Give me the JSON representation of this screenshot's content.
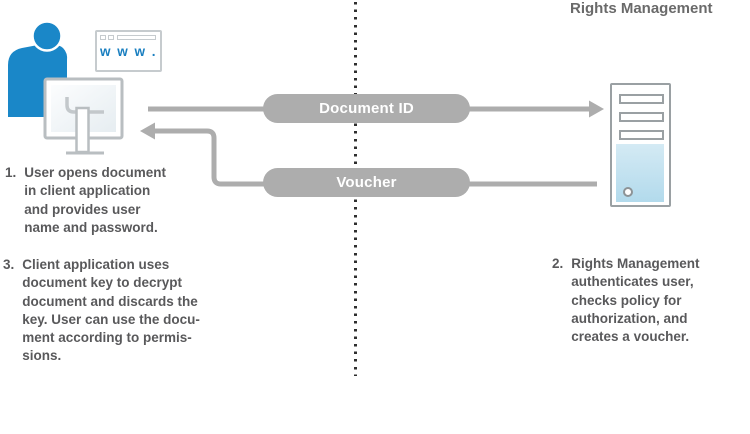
{
  "diagram": {
    "title": "Rights Management",
    "client": {
      "browser_label": "w w w ."
    },
    "flows": [
      {
        "label": "Document ID",
        "direction": "client-to-server"
      },
      {
        "label": "Voucher",
        "direction": "server-to-client"
      }
    ],
    "steps": [
      {
        "number": "1.",
        "text": "User opens document\nin client application\nand provides user\nname and password."
      },
      {
        "number": "2.",
        "text": "Rights Management\nauthenticates user,\nchecks policy for\nauthorization, and\ncreates a voucher."
      },
      {
        "number": "3.",
        "text": "Client application uses\ndocument key to decrypt\ndocument and discards the\nkey. User can use the docu-\nment according to permis-\nsions."
      }
    ],
    "icons": {
      "user": "user-at-computer-icon",
      "browser": "browser-window-icon",
      "server": "server-tower-icon"
    },
    "colors": {
      "accent_blue": "#1a87c8",
      "panel_blue": "#bfe0ef",
      "arrow_gray": "#adadad",
      "text_gray": "#59595b",
      "title_gray": "#6a6a6a"
    }
  }
}
